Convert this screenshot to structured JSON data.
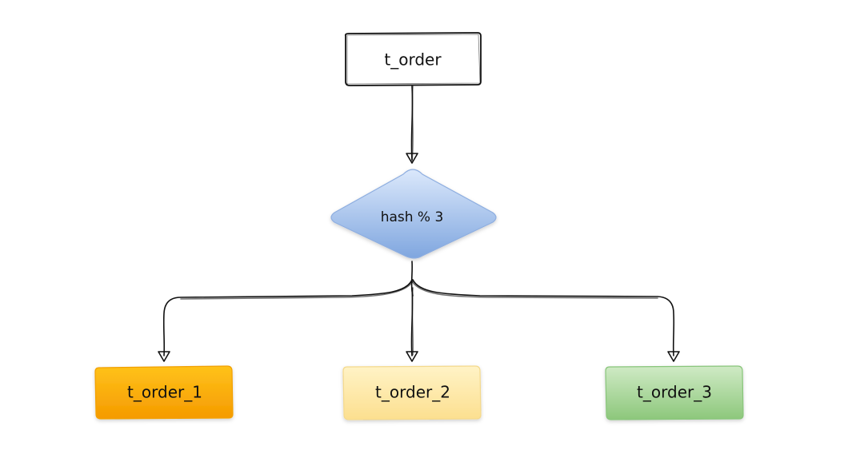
{
  "diagram": {
    "source": {
      "label": "t_order",
      "fill": "#ffffff"
    },
    "decision": {
      "label": "hash % 3",
      "fill": "#a9c4ef"
    },
    "targets": [
      {
        "label": "t_order_1",
        "fill": "#f7a30f"
      },
      {
        "label": "t_order_2",
        "fill": "#fde7a8"
      },
      {
        "label": "t_order_3",
        "fill": "#9fd08f"
      }
    ]
  }
}
